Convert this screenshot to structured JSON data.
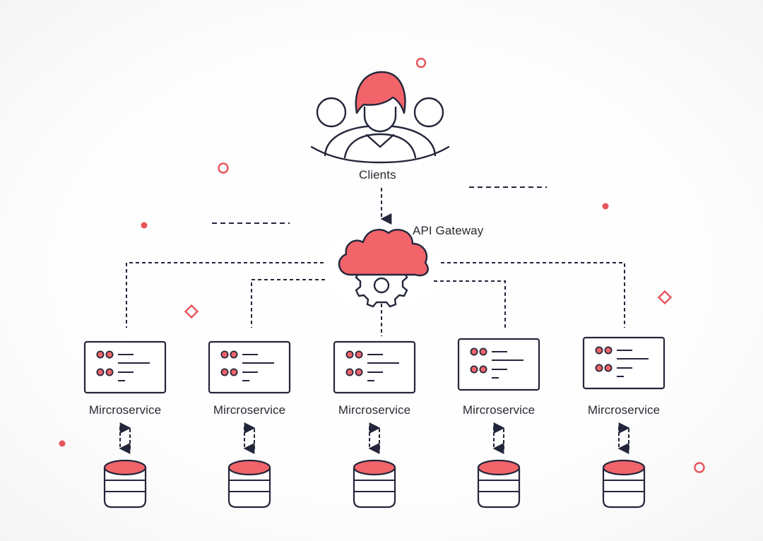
{
  "clients": {
    "label": "Clients"
  },
  "gateway": {
    "label": "API Gateway"
  },
  "microservices": [
    {
      "label": "Mircroservice"
    },
    {
      "label": "Mircroservice"
    },
    {
      "label": "Mircroservice"
    },
    {
      "label": "Mircroservice"
    },
    {
      "label": "Mircroservice"
    }
  ],
  "colors": {
    "accent": "#f0646a",
    "stroke": "#23263a",
    "background": "#ffffff"
  },
  "icons": {
    "clients": "user-group-icon",
    "gateway": "cloud-gear-icon",
    "service": "server-window-icon",
    "database": "database-icon",
    "arrows": "bidirectional-arrow-icon"
  }
}
